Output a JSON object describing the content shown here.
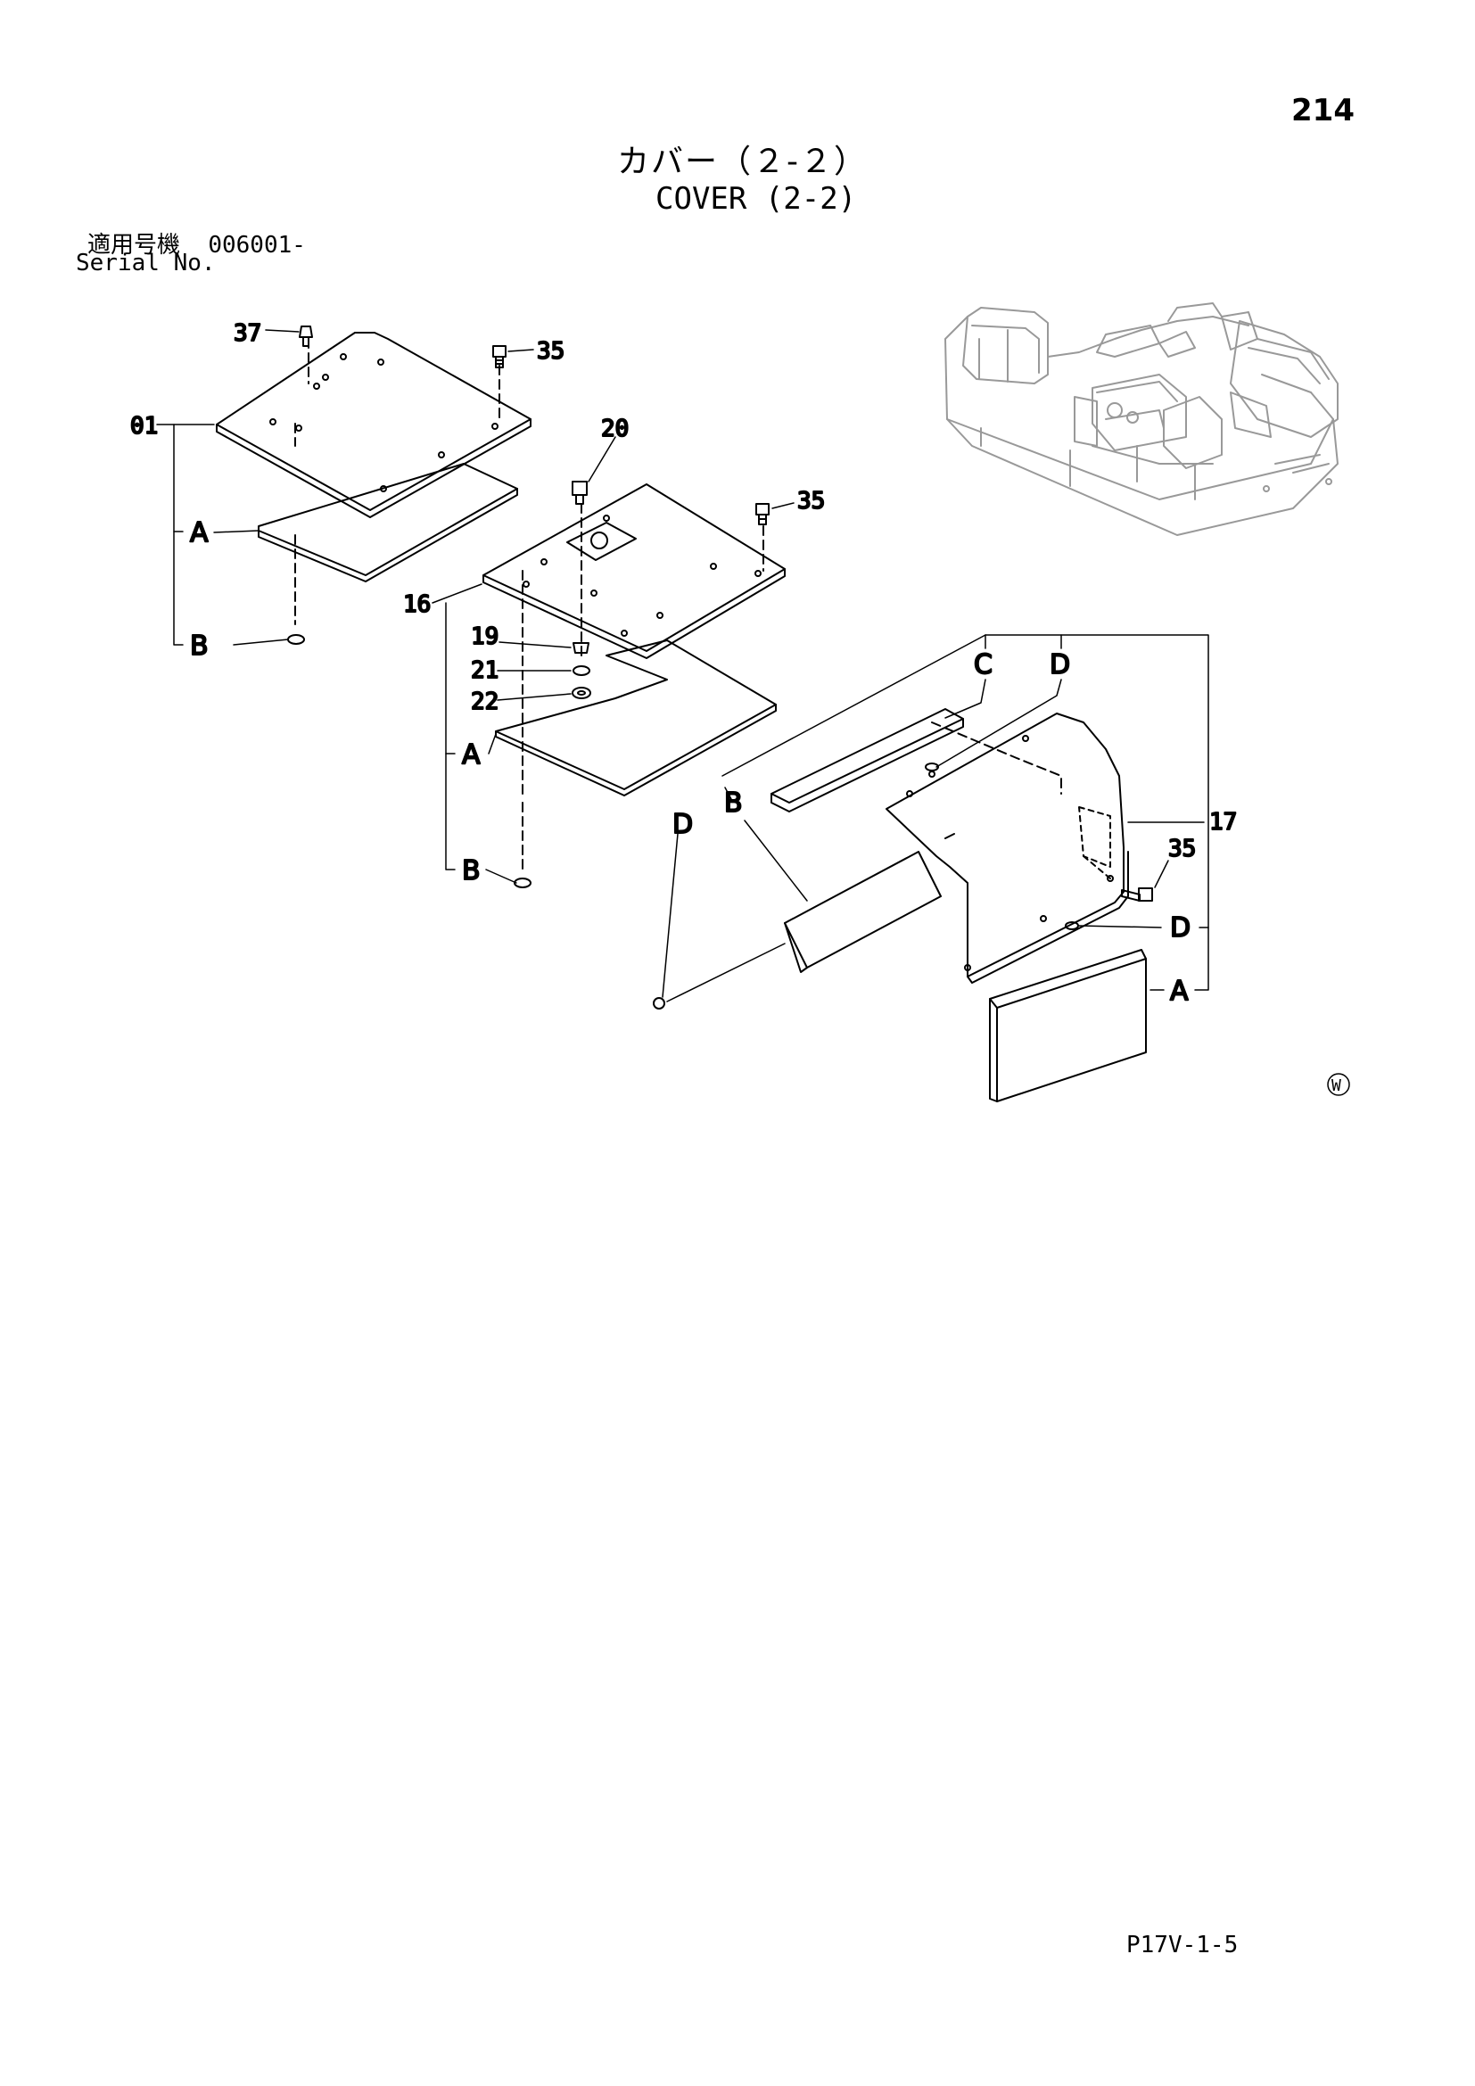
{
  "page": {
    "number": "214",
    "title_jp": "カバー（２-２）",
    "title_en": "COVER (2-2)",
    "serial_label_jp": "適用号機",
    "serial_value": "006001-",
    "serial_label_en": "Serial No.",
    "footer_code": "P17V-1-5",
    "mark": "W"
  },
  "callouts": {
    "p37": "37",
    "p35a": "35",
    "p01": "01",
    "p20": "20",
    "p35b": "35",
    "p16": "16",
    "p19": "19",
    "p21": "21",
    "p22": "22",
    "p17": "17",
    "p35c": "35"
  },
  "letters": {
    "a1": "A",
    "b1": "B",
    "a2": "A",
    "b2": "B",
    "c3": "C",
    "d3": "D",
    "d4": "D",
    "b4": "B",
    "d5": "D",
    "a5": "A"
  }
}
